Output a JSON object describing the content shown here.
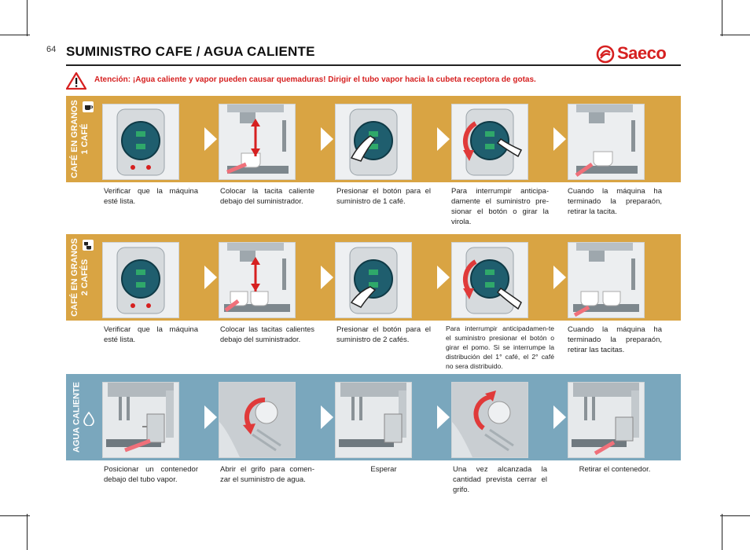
{
  "page": {
    "number": "64",
    "title": "SUMINISTRO CAFE / AGUA CALIENTE"
  },
  "brand": {
    "name": "Saeco",
    "color": "#d62020"
  },
  "warning": {
    "icon": "warning-triangle-icon",
    "text": "Atención: ¡Agua caliente y vapor pueden causar quemaduras! Dirigir el tubo vapor hacia la cubeta receptora de gotas."
  },
  "colors": {
    "amber_band": "#d9a443",
    "blue_band": "#7aa7bd",
    "warning_text": "#d62020"
  },
  "sections": [
    {
      "label_line1": "CAFÉ EN GRANOS",
      "label_line2": "1 CAFÉ",
      "icon": "single-cup-icon",
      "captions": [
        "Verificar que la máquina esté lista.",
        "Colocar la tacita caliente debajo del suministrador.",
        "Presionar el botón para el suministro de 1 café.",
        "Para interrumpir anticipa-damente el suministro pre-sionar el botón o girar la virola.",
        "Cuando la máquina ha terminado la preparaón, retirar la tacita."
      ]
    },
    {
      "label_line1": "CAFÉ EN GRANOS",
      "label_line2": "2 CAFÉS",
      "icon": "double-cup-icon",
      "captions": [
        "Verificar que la máquina esté lista.",
        "Colocar las tacitas calientes debajo del suministrador.",
        "Presionar el botón para el suministro de 2 cafés.",
        "Para interrumpir anticipadamen-te el suministro presionar el botón o girar el pomo. Si se interrumpe la distribución del 1° café, el 2° café no sera distribuido.",
        "Cuando la máquina ha terminado la preparaón, retirar las tacitas."
      ]
    },
    {
      "label_line1": "AGUA CALIENTE",
      "label_line2": "",
      "icon": "water-drop-icon",
      "captions": [
        "Posicionar un contenedor debajo del tubo vapor.",
        "Abrir el grifo para comen-zar el suministro de agua.",
        "Esperar",
        "Una vez alcanzada la cantidad prevista cerrar el grifo.",
        "Retirar el contenedor."
      ]
    }
  ]
}
